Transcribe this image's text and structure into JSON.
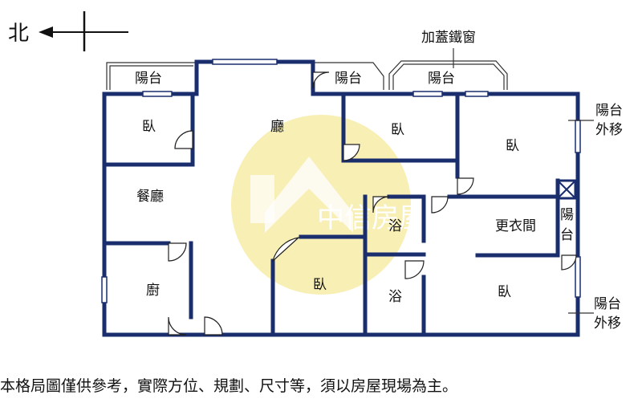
{
  "compass": {
    "north": "北"
  },
  "rooms": {
    "balcony_nw": "陽台",
    "balcony_center": "陽台",
    "balcony_ne": "陽台",
    "living": "廳",
    "bedroom_1": "臥",
    "bedroom_2": "臥",
    "bedroom_3": "臥",
    "bedroom_4": "臥",
    "bedroom_5": "臥",
    "dining": "餐廳",
    "kitchen": "廚",
    "bath_1": "浴",
    "bath_2": "浴",
    "closet": "更衣間",
    "balcony_right_small_1": "陽",
    "balcony_right_small_2": "台"
  },
  "annotations": {
    "iron_window": "加蓋鐵窗",
    "balcony_ext_top_1": "陽台",
    "balcony_ext_top_2": "外移",
    "balcony_ext_bottom_1": "陽台",
    "balcony_ext_bottom_2": "外移"
  },
  "watermark": {
    "text": "中信房屋"
  },
  "colors": {
    "wall": "#1a2e6e",
    "watermark": "#f3e27a"
  },
  "disclaimer": "本格局圖僅供參考，實際方位、規劃、尺寸等，須以房屋現場為主。"
}
